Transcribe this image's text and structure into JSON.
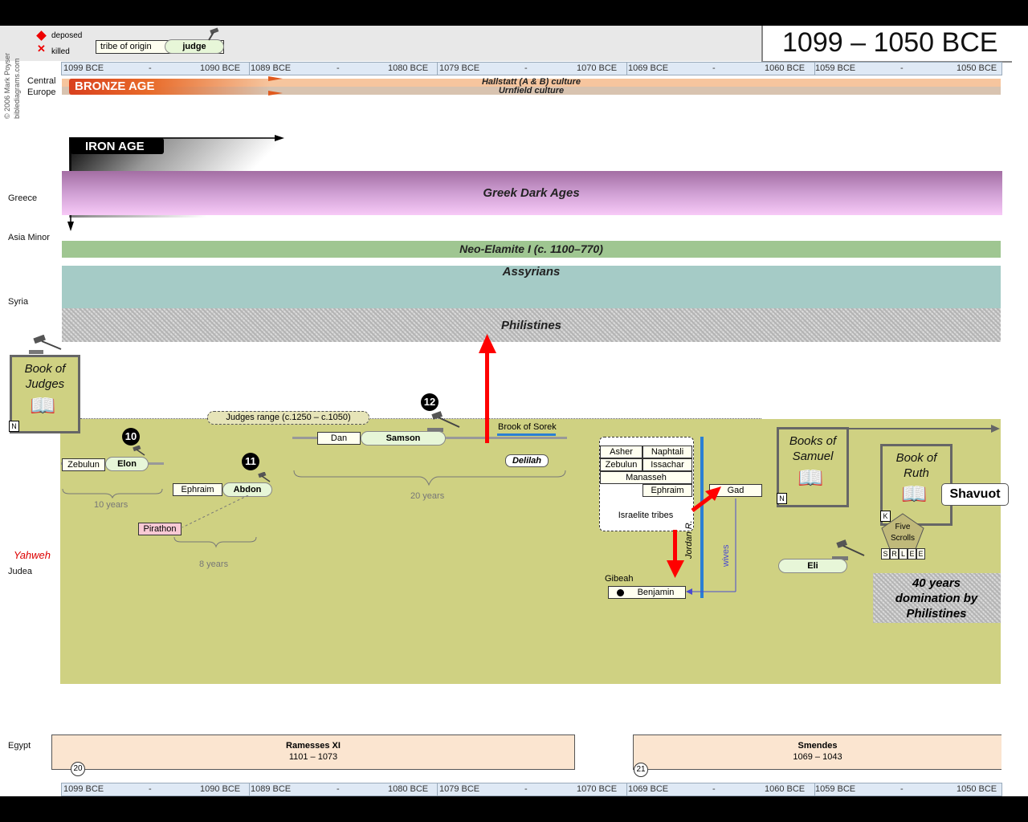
{
  "title": "1099 – 1050 BCE",
  "copyright": [
    "© 2006 Mark Poyser",
    "biblediagrams.com"
  ],
  "legend": {
    "deposed": "deposed",
    "killed": "killed",
    "tribe_of_origin": "tribe of origin",
    "judge": "judge"
  },
  "scale_ticks": [
    {
      "label": "1099 BCE"
    },
    {
      "label": "-"
    },
    {
      "label": "1090 BCE"
    },
    {
      "label": "1089 BCE"
    },
    {
      "label": "-"
    },
    {
      "label": "1080 BCE"
    },
    {
      "label": "1079 BCE"
    },
    {
      "label": "-"
    },
    {
      "label": "1070 BCE"
    },
    {
      "label": "1069 BCE"
    },
    {
      "label": "-"
    },
    {
      "label": "1060 BCE"
    },
    {
      "label": "1059 BCE"
    },
    {
      "label": "-"
    },
    {
      "label": "1050 BCE"
    }
  ],
  "regions": {
    "central_europe": "Central Europe",
    "greece": "Greece",
    "asia_minor": "Asia Minor",
    "syria": "Syria",
    "judea": "Judea",
    "egypt": "Egypt",
    "yahweh": "Yahweh"
  },
  "ages": {
    "bronze": "BRONZE AGE",
    "iron": "IRON AGE"
  },
  "bands": {
    "hallstatt": "Hallstatt (A & B) culture",
    "urnfield": "Urnfield culture",
    "greek": "Greek Dark Ages",
    "elamite": "Neo-Elamite I (c. 1100–770)",
    "assyrians": "Assyrians",
    "philistines": "Philistines"
  },
  "books": {
    "judges": "Book of Judges",
    "samuel": "Books of Samuel",
    "ruth": "Book of Ruth",
    "shavuot": "Shavuot",
    "five_scrolls": "Five Scrolls",
    "scroll_letters": [
      "S",
      "R",
      "L",
      "E",
      "E"
    ],
    "n_marker": "N",
    "k_marker": "K"
  },
  "judges_range": "Judges range (c.1250 – c.1050)",
  "judges": [
    {
      "num": "10",
      "tribe": "Zebulun",
      "name": "Elon",
      "years": "10 years"
    },
    {
      "num": "11",
      "tribe": "Ephraim",
      "name": "Abdon",
      "years": "8 years",
      "town": "Pirathon"
    },
    {
      "num": "12",
      "tribe": "Dan",
      "name": "Samson",
      "years": "20 years"
    }
  ],
  "samson_extra": {
    "brook": "Brook of Sorek",
    "delilah": "Delilah"
  },
  "tribes_box": {
    "cells": [
      "Asher",
      "Naphtali",
      "Zebulun",
      "Issachar",
      "Manasseh",
      "Ephraim"
    ],
    "label": "Israelite tribes"
  },
  "gad": "Gad",
  "benjamin": "Benjamin",
  "gibeah": "Gibeah",
  "jordan": "Jordan R.",
  "wives": "wives",
  "eli": "Eli",
  "domination": "40 years domination by Philistines",
  "pharaohs": [
    {
      "name": "Ramesses XI",
      "dates": "1101 – 1073",
      "dynasty": "20"
    },
    {
      "name": "Smendes",
      "dates": "1069 – 1043",
      "dynasty": "21"
    }
  ],
  "colors": {
    "judea": "#cfd182",
    "greek": "#d9a6d9",
    "elamite": "#9fc691",
    "assyrian": "#a5cbc6",
    "arrow": "#ff0000",
    "jordan": "#2a7fd4"
  }
}
